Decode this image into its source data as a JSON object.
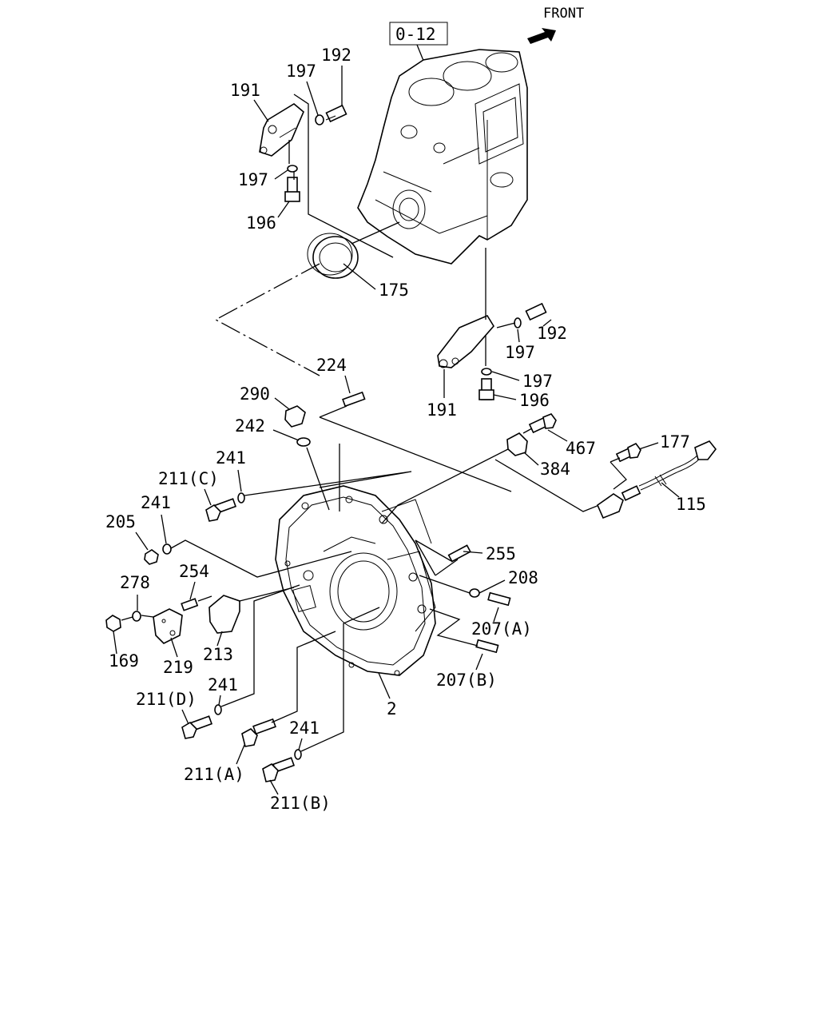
{
  "diagram": {
    "front_label": "FRONT",
    "ref_box": "0-12",
    "callouts": {
      "c191a": "191",
      "c197a": "197",
      "c192a": "192",
      "c197b": "197",
      "c196a": "196",
      "c175": "175",
      "c192b": "192",
      "c197c": "197",
      "c197d": "197",
      "c196b": "196",
      "c191b": "191",
      "c224": "224",
      "c290": "290",
      "c242": "242",
      "c241a": "241",
      "c211c": "211(C)",
      "c241b": "241",
      "c205": "205",
      "c467": "467",
      "c177": "177",
      "c384": "384",
      "c115": "115",
      "c255": "255",
      "c208": "208",
      "c207a": "207(A)",
      "c207b": "207(B)",
      "c254": "254",
      "c278": "278",
      "c169": "169",
      "c219": "219",
      "c213": "213",
      "c241c": "241",
      "c211d": "211(D)",
      "c2": "2",
      "c241d": "241",
      "c211a": "211(A)",
      "c211b": "211(B)"
    }
  }
}
